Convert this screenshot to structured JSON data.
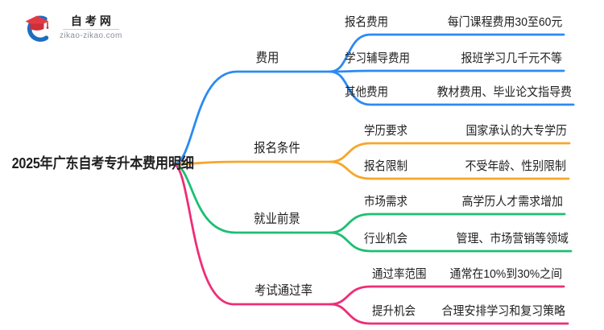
{
  "logo": {
    "site_name": "自考网",
    "domain": "zikao-zikao.com",
    "icon": "graduation-cap-logo-icon",
    "colors": {
      "swoosh_blue": "#1b6ec2",
      "cap_red": "#e23a44",
      "cap_front_red": "#cf2f3a"
    }
  },
  "mindmap": {
    "root": {
      "label": "2025年广东自考专升本费用明细"
    },
    "branches": [
      {
        "label": "费用",
        "color": "#2b8af2",
        "children": [
          {
            "label": "报名费用",
            "detail": "每门课程费用30至60元"
          },
          {
            "label": "学习辅导费用",
            "detail": "报班学习几千元不等"
          },
          {
            "label": "其他费用",
            "detail": "教材费用、毕业论文指导费"
          }
        ]
      },
      {
        "label": "报名条件",
        "color": "#f7a62a",
        "children": [
          {
            "label": "学历要求",
            "detail": "国家承认的大专学历"
          },
          {
            "label": "报名限制",
            "detail": "不受年龄、性别限制"
          }
        ]
      },
      {
        "label": "就业前景",
        "color": "#1dbf73",
        "children": [
          {
            "label": "市场需求",
            "detail": "高学历人才需求增加"
          },
          {
            "label": "行业机会",
            "detail": "管理、市场营销等领域"
          }
        ]
      },
      {
        "label": "考试通过率",
        "color": "#ee2d77",
        "children": [
          {
            "label": "通过率范围",
            "detail": "通常在10%到30%之间"
          },
          {
            "label": "提升机会",
            "detail": "合理安排学习和复习策略"
          }
        ]
      }
    ]
  }
}
